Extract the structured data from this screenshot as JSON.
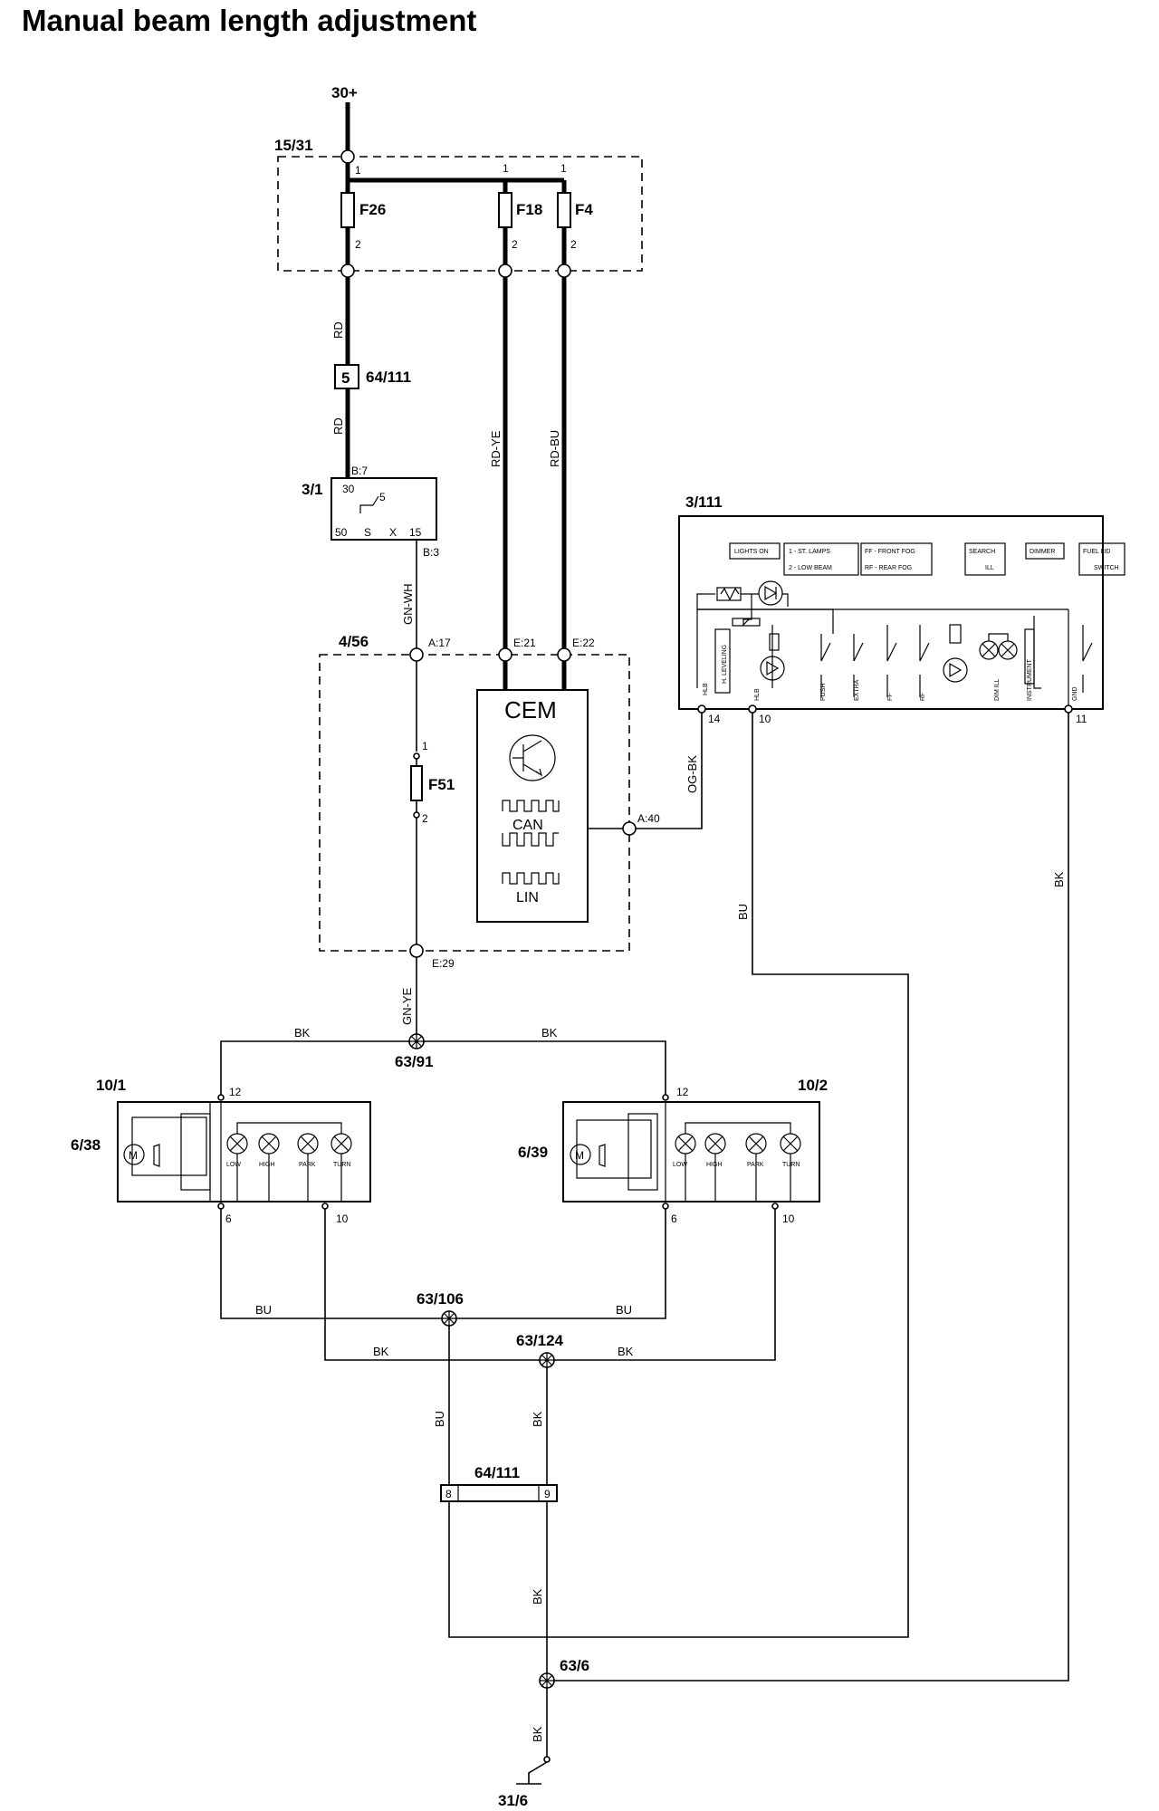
{
  "title": "Manual beam length adjustment",
  "components": {
    "power": "30+",
    "fusebox": "15/31",
    "fuse_f26": "F26",
    "fuse_f18": "F18",
    "fuse_f4": "F4",
    "connector_top": "64/111",
    "connector_top_pin": "5",
    "ignition": "3/1",
    "cem_module": "4/56",
    "cem_label": "CEM",
    "cem_can": "CAN",
    "cem_lin": "LIN",
    "fuse_f51": "F51",
    "light_switch": "3/111",
    "ground_splice_top": "63/91",
    "headlamp_left": "10/1",
    "headlamp_right": "10/2",
    "motor_left": "6/38",
    "motor_right": "6/39",
    "splice_bu": "63/106",
    "splice_bk": "63/124",
    "connector_bottom": "64/111",
    "splice_ground": "63/6",
    "ground": "31/6"
  },
  "pins": {
    "p1": "1",
    "p2": "2",
    "b7": "B:7",
    "t30": "30",
    "t5": "5",
    "t50": "50",
    "tS": "S",
    "tX": "X",
    "t15": "15",
    "b3": "B:3",
    "a17": "A:17",
    "e21": "E:21",
    "e22": "E:22",
    "a40": "A:40",
    "e29": "E:29",
    "p14": "14",
    "p10": "10",
    "p11": "11",
    "p12": "12",
    "p6": "6",
    "p8": "8",
    "p9": "9"
  },
  "wires": {
    "rd": "RD",
    "rd_ye": "RD-YE",
    "rd_bu": "RD-BU",
    "gn_wh": "GN-WH",
    "og_bk": "OG-BK",
    "gn_ye": "GN-YE",
    "bk": "BK",
    "bu": "BU"
  },
  "lamps": {
    "low": "LOW",
    "high": "HIGH",
    "park": "PARK",
    "turn": "TURN"
  },
  "switch_panel": {
    "lights_on": "LIGHTS ON",
    "modes_a": "1 - ST. LAMPS",
    "modes_b": "2 - LOW BEAM",
    "fog_a": "FF - FRONT FOG",
    "fog_b": "RF - REAR FOG",
    "search": "SEARCH",
    "ill": "ILL",
    "dimmer": "DIMMER",
    "fuel": "FUEL LID",
    "switch": "SWITCH",
    "hlb": "HLB",
    "leveling": "H. LEVELING",
    "hlb2": "HLB",
    "push": "PUSH",
    "extra": "EXTRA",
    "ff": "FF",
    "rf": "RF",
    "dimil": "DIM ILL",
    "instrument": "INSTRUMENT",
    "gnd": "GND"
  }
}
